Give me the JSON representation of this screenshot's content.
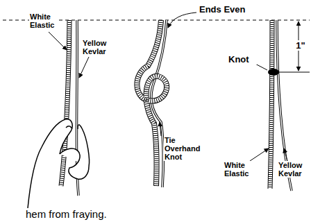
{
  "diagram": {
    "labels": [
      "Ends Even",
      "White Elastic",
      "Yellow Kevlar",
      "Tie Overhand Knot",
      "Knot",
      "1\"",
      "White Elastic",
      "Yellow Kevlar",
      "hem from fraying."
    ]
  }
}
